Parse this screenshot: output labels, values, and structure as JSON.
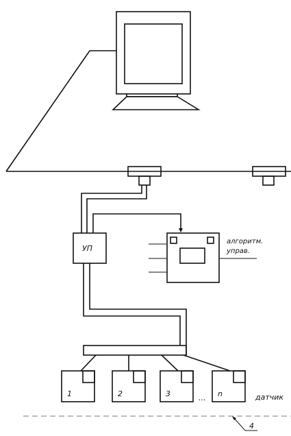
{
  "labels": {
    "control_unit": "УП",
    "algorithm_line1": "алгоритм.",
    "algorithm_line2": "управ.",
    "sensor": "датчик",
    "callout": "4",
    "ellipsis": "..."
  },
  "sensors": [
    "1",
    "2",
    "3",
    "n"
  ]
}
